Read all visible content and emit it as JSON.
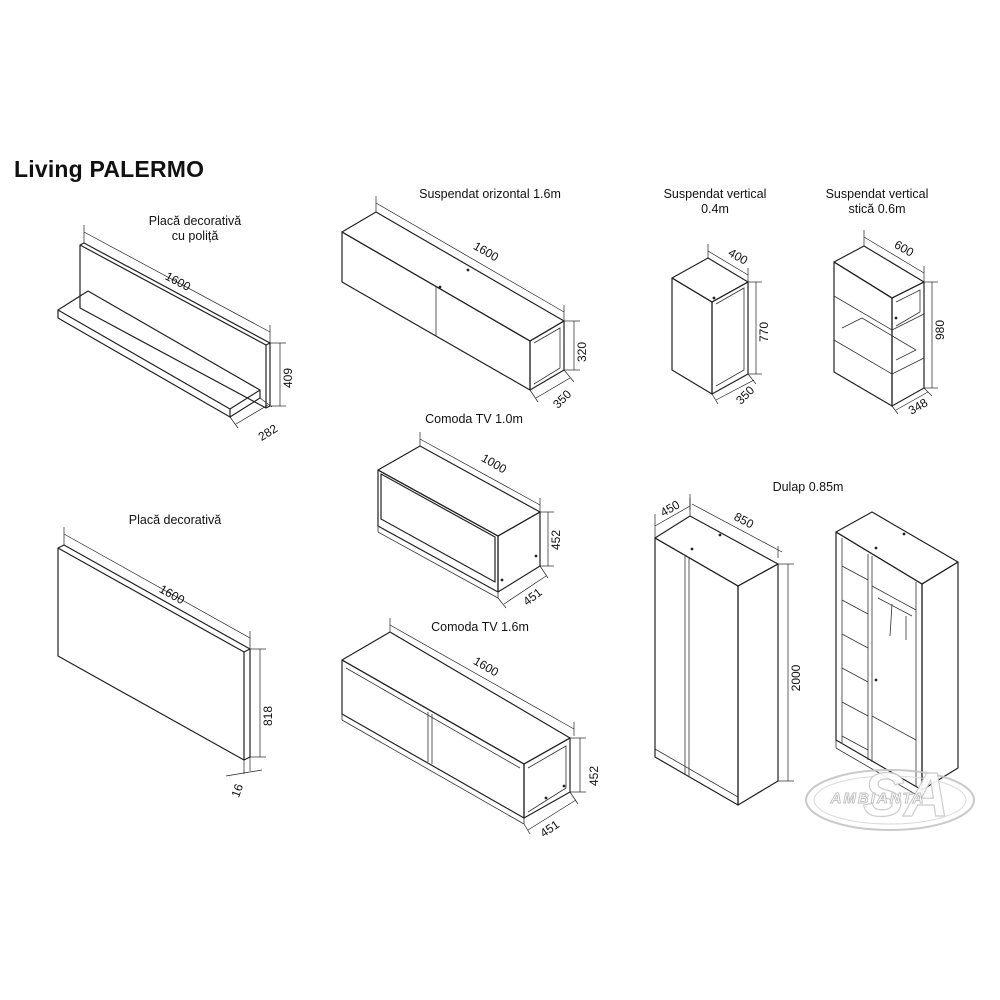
{
  "title": "Living PALERMO",
  "pieces": {
    "shelf_panel": {
      "line1": "Placă decorativă",
      "line2": "cu poliță",
      "width": "1600",
      "height": "409",
      "depth": "282"
    },
    "wall_horizontal": {
      "line1": "Suspendat orizontal 1.6m",
      "width": "1600",
      "height": "320",
      "depth": "350"
    },
    "wall_vertical": {
      "line1": "Suspendat vertical",
      "line2": "0.4m",
      "width": "400",
      "height": "770",
      "depth": "350"
    },
    "wall_vertical_glass": {
      "line1": "Suspendat vertical",
      "line2": "stică 0.6m",
      "width": "600",
      "height": "980",
      "depth": "348"
    },
    "tv_small": {
      "line1": "Comoda TV 1.0m",
      "width": "1000",
      "height": "452",
      "depth": "451"
    },
    "panel": {
      "line1": "Placă decorativă",
      "width": "1600",
      "height": "818",
      "depth": "16"
    },
    "tv_large": {
      "line1": "Comoda TV 1.6m",
      "width": "1600",
      "height": "452",
      "depth": "451"
    },
    "wardrobe": {
      "line1": "Dulap 0.85m",
      "width": "850",
      "height": "2000",
      "depth": "450"
    }
  },
  "logo": {
    "text": "AMBIANTA",
    "initials": "SA"
  }
}
